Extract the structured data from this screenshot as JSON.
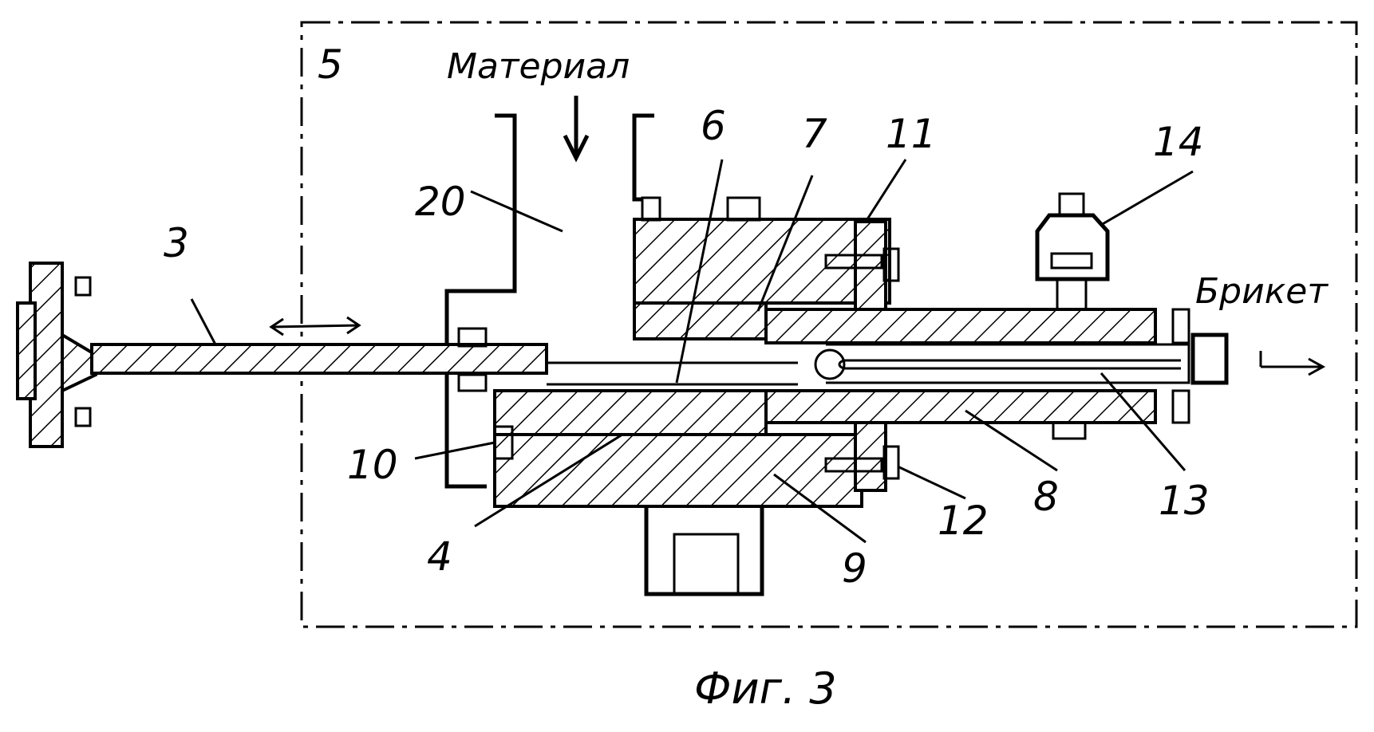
{
  "figure": {
    "caption": "Фиг. 3",
    "flow": {
      "input": "Материал",
      "output": "Брикет"
    },
    "labels": {
      "n3": "3",
      "n4": "4",
      "n5": "5",
      "n6": "6",
      "n7": "7",
      "n8": "8",
      "n9": "9",
      "n10": "10",
      "n11": "11",
      "n12": "12",
      "n13": "13",
      "n14": "14",
      "n20": "20"
    }
  }
}
